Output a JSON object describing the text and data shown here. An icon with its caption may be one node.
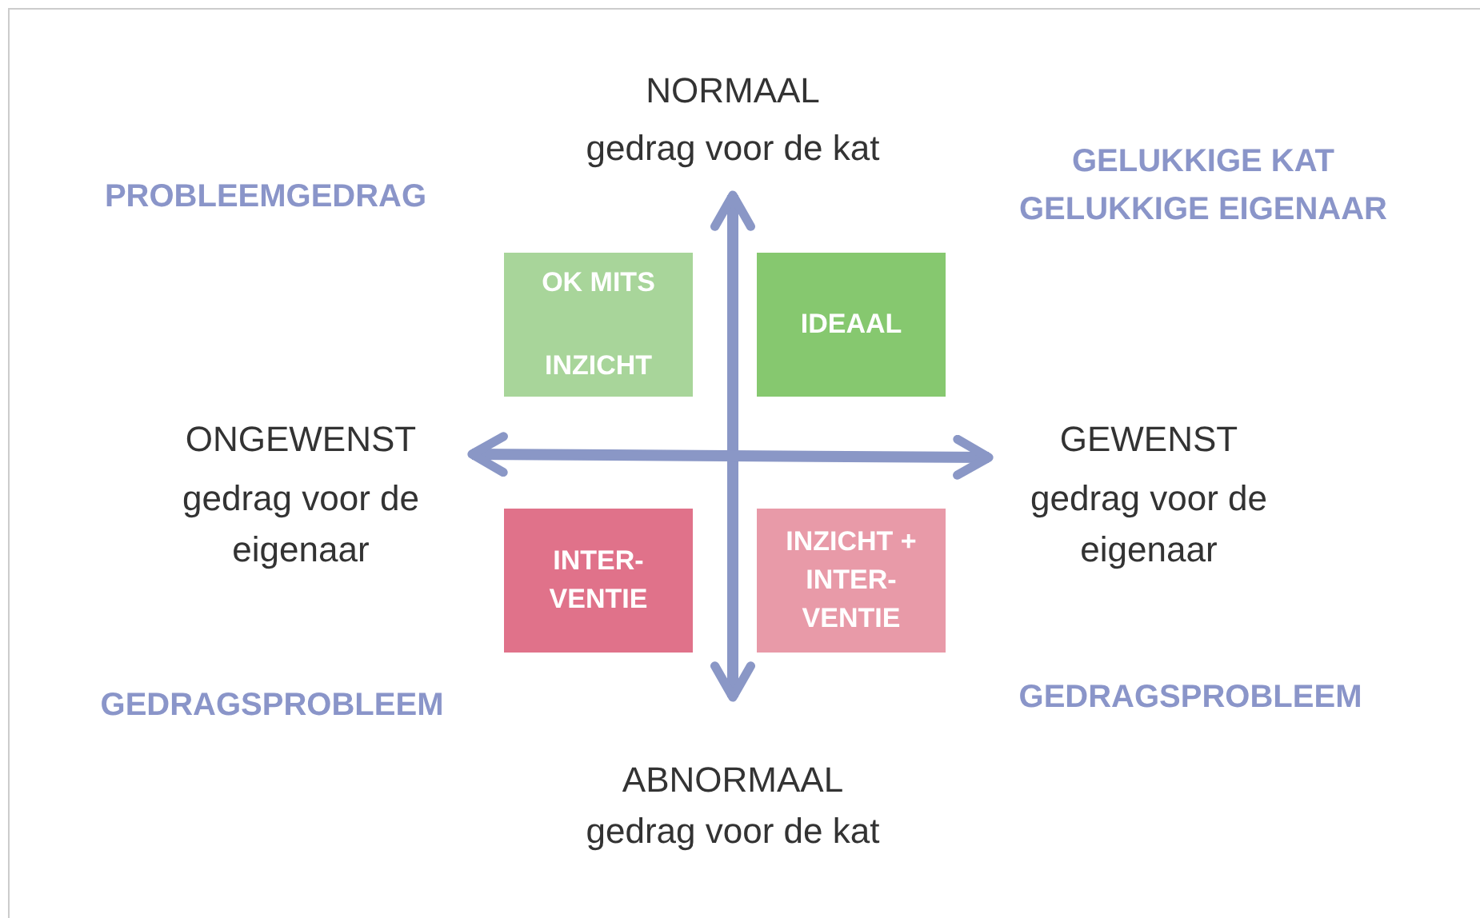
{
  "diagram": {
    "nodes": [
      {
        "text": [
          "OK MITS INZICHT"
        ]
      },
      {
        "text": [
          "IDEAAL"
        ]
      },
      {
        "text": [
          "INTER- VENTIE"
        ]
      },
      {
        "text": [
          "INZICHT + INTER- VENTIE"
        ]
      }
    ],
    "labels": [
      "NORMAAL",
      "gedrag voor de kat",
      "PROBLEEMGEDRAG",
      "GELUKKIGE KAT GELUKKIGE EIGENAAR",
      "ONGEWENST",
      "gedrag voor de eigenaar",
      "GEWENST",
      "gedrag voor de eigenaar",
      "GEDRAGSPROBLEEM",
      "GEDRAGSPROBLEEM",
      "ABNORMAAL",
      "gedrag voor de kat"
    ]
  }
}
